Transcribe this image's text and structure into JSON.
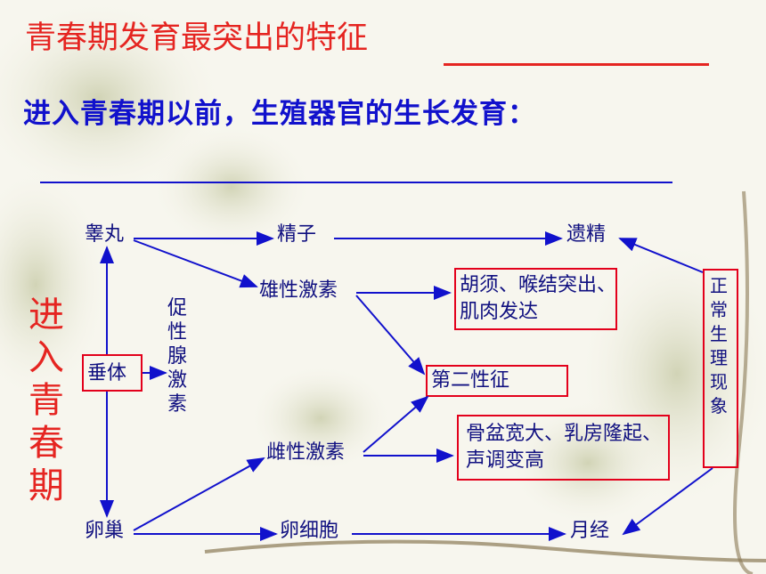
{
  "title": "青春期发育最突出的特征",
  "subtitle": "进入青春期以前，生殖器官的生长发育：",
  "left_label": "进入青春期",
  "hormone_label": "促性腺激素",
  "normal_label": "正常生理现象",
  "nodes": {
    "testis": "睾丸",
    "sperm": "精子",
    "emission": "遗精",
    "androgen": "雄性激素",
    "male_traits": "胡须、喉结突出、肌肉发达",
    "pituitary": "垂体",
    "secondary": "第二性征",
    "estrogen": "雌性激素",
    "female_traits": "骨盆宽大、乳房隆起、声调变高",
    "ovary": "卵巢",
    "egg": "卵细胞",
    "menses": "月经"
  },
  "colors": {
    "accent_red": "#e52521",
    "blue": "#1111cc",
    "node_text": "#101080",
    "box_border": "#e3001b"
  }
}
